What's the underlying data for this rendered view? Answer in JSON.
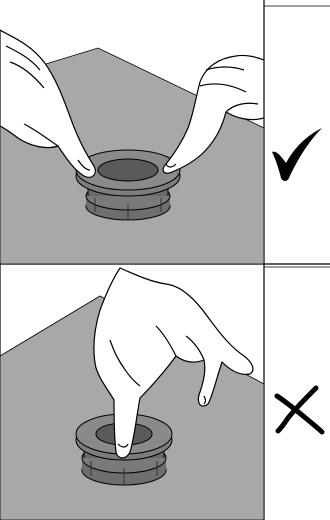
{
  "panels": [
    {
      "id": "correct",
      "verdict": "correct",
      "mark": "check-mark-icon"
    },
    {
      "id": "incorrect",
      "verdict": "incorrect",
      "mark": "cross-mark-icon"
    }
  ],
  "colors": {
    "surface": "#a8a8a8",
    "grommet_dark": "#6e6e6e",
    "grommet_mid": "#8a8a8a",
    "grommet_inner": "#5a5a5a",
    "line": "#000000",
    "hand": "#ffffff"
  }
}
